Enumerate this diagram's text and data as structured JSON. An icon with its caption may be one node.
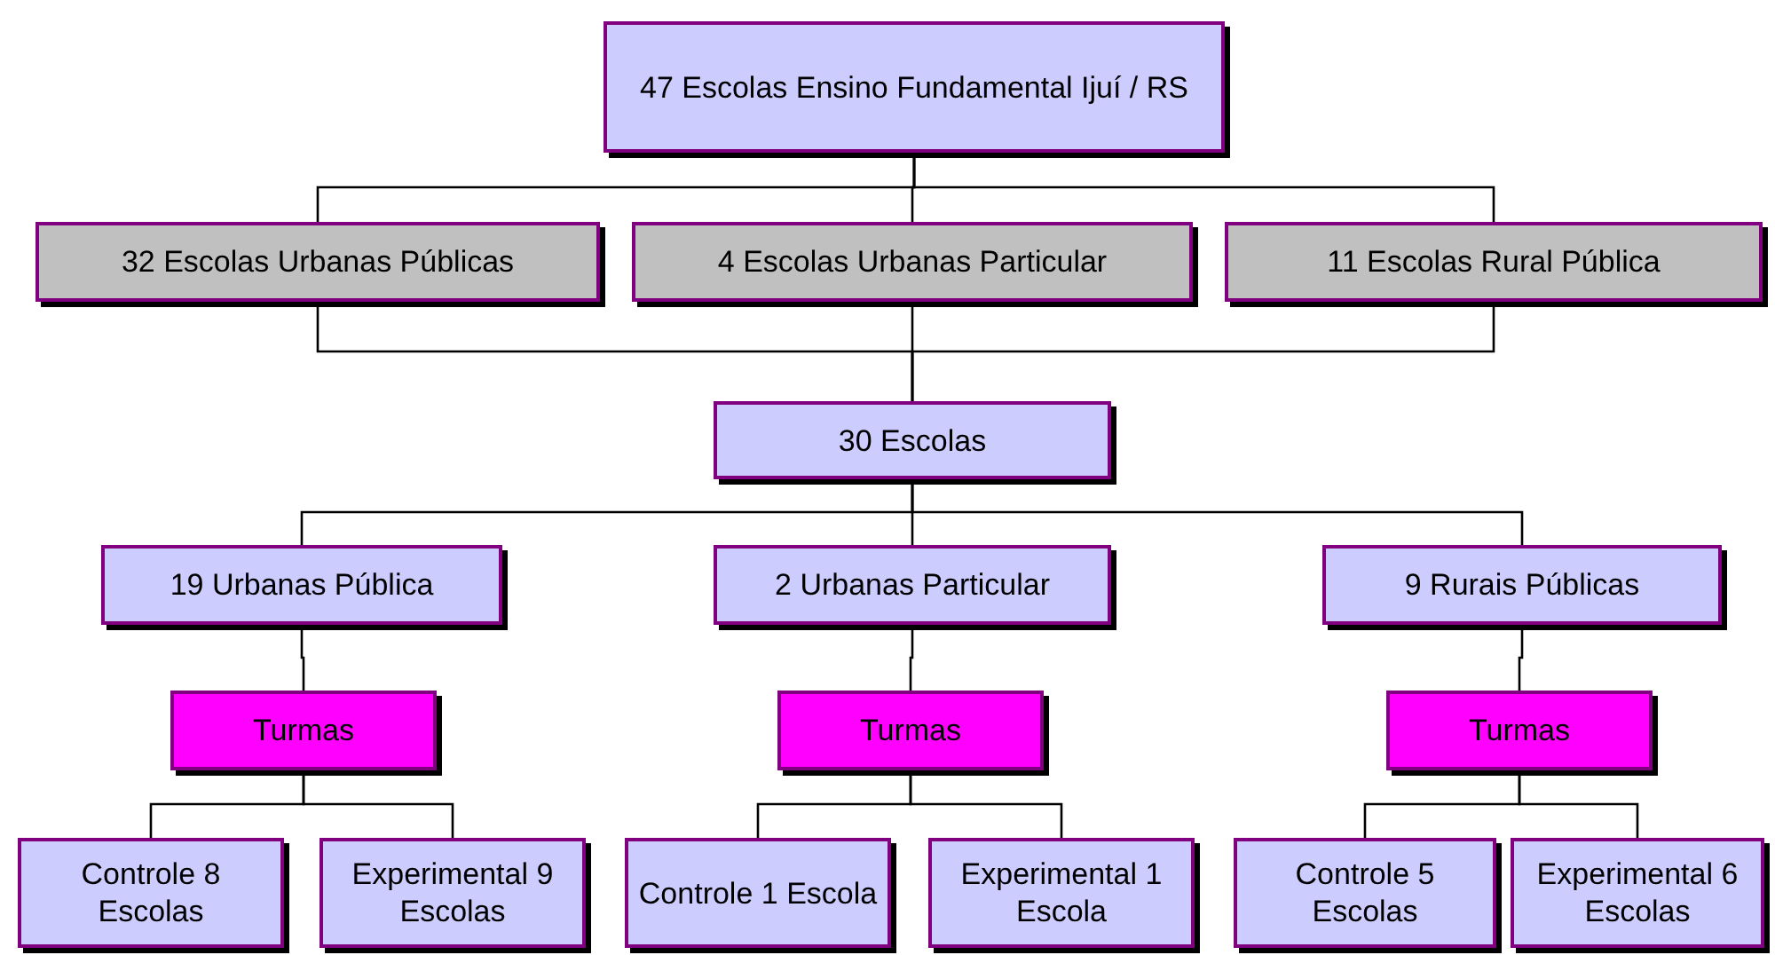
{
  "diagram": {
    "nodes": [
      {
        "text": [
          "47 Escolas Ensino Fundamental Ijuí / RS"
        ]
      },
      {
        "text": [
          "32 Escolas Urbanas Públicas"
        ]
      },
      {
        "text": [
          "4 Escolas Urbanas Particular"
        ]
      },
      {
        "text": [
          "11 Escolas Rural Pública"
        ]
      },
      {
        "text": [
          "30 Escolas"
        ]
      },
      {
        "text": [
          "19 Urbanas Pública"
        ]
      },
      {
        "text": [
          "2 Urbanas Particular"
        ]
      },
      {
        "text": [
          "9 Rurais Públicas"
        ]
      },
      {
        "text": [
          "Turmas"
        ]
      },
      {
        "text": [
          "Turmas"
        ]
      },
      {
        "text": [
          "Turmas"
        ]
      },
      {
        "text": [
          "Controle 8 Escolas"
        ]
      },
      {
        "text": [
          "Experimental 9 Escolas"
        ]
      },
      {
        "text": [
          "Controle 1 Escola"
        ]
      },
      {
        "text": [
          "Experimental 1 Escola"
        ]
      },
      {
        "text": [
          "Controle 5 Escolas"
        ]
      },
      {
        "text": [
          "Experimental 6 Escolas"
        ]
      }
    ],
    "edges": [
      {
        "from": 0,
        "to": 1,
        "arrow": "none"
      },
      {
        "from": 0,
        "to": 2,
        "arrow": "none"
      },
      {
        "from": 0,
        "to": 3,
        "arrow": "none"
      },
      {
        "from": 1,
        "to": 4,
        "arrow": "none"
      },
      {
        "from": 2,
        "to": 4,
        "arrow": "none"
      },
      {
        "from": 3,
        "to": 4,
        "arrow": "none"
      },
      {
        "from": 4,
        "to": 5,
        "arrow": "none"
      },
      {
        "from": 4,
        "to": 6,
        "arrow": "none"
      },
      {
        "from": 4,
        "to": 7,
        "arrow": "none"
      },
      {
        "from": 5,
        "to": 8,
        "arrow": "none"
      },
      {
        "from": 6,
        "to": 9,
        "arrow": "none"
      },
      {
        "from": 7,
        "to": 10,
        "arrow": "none"
      },
      {
        "from": 8,
        "to": 11,
        "arrow": "none"
      },
      {
        "from": 8,
        "to": 12,
        "arrow": "none"
      },
      {
        "from": 9,
        "to": 13,
        "arrow": "none"
      },
      {
        "from": 9,
        "to": 14,
        "arrow": "none"
      },
      {
        "from": 10,
        "to": 15,
        "arrow": "none"
      },
      {
        "from": 10,
        "to": 16,
        "arrow": "none"
      }
    ]
  }
}
